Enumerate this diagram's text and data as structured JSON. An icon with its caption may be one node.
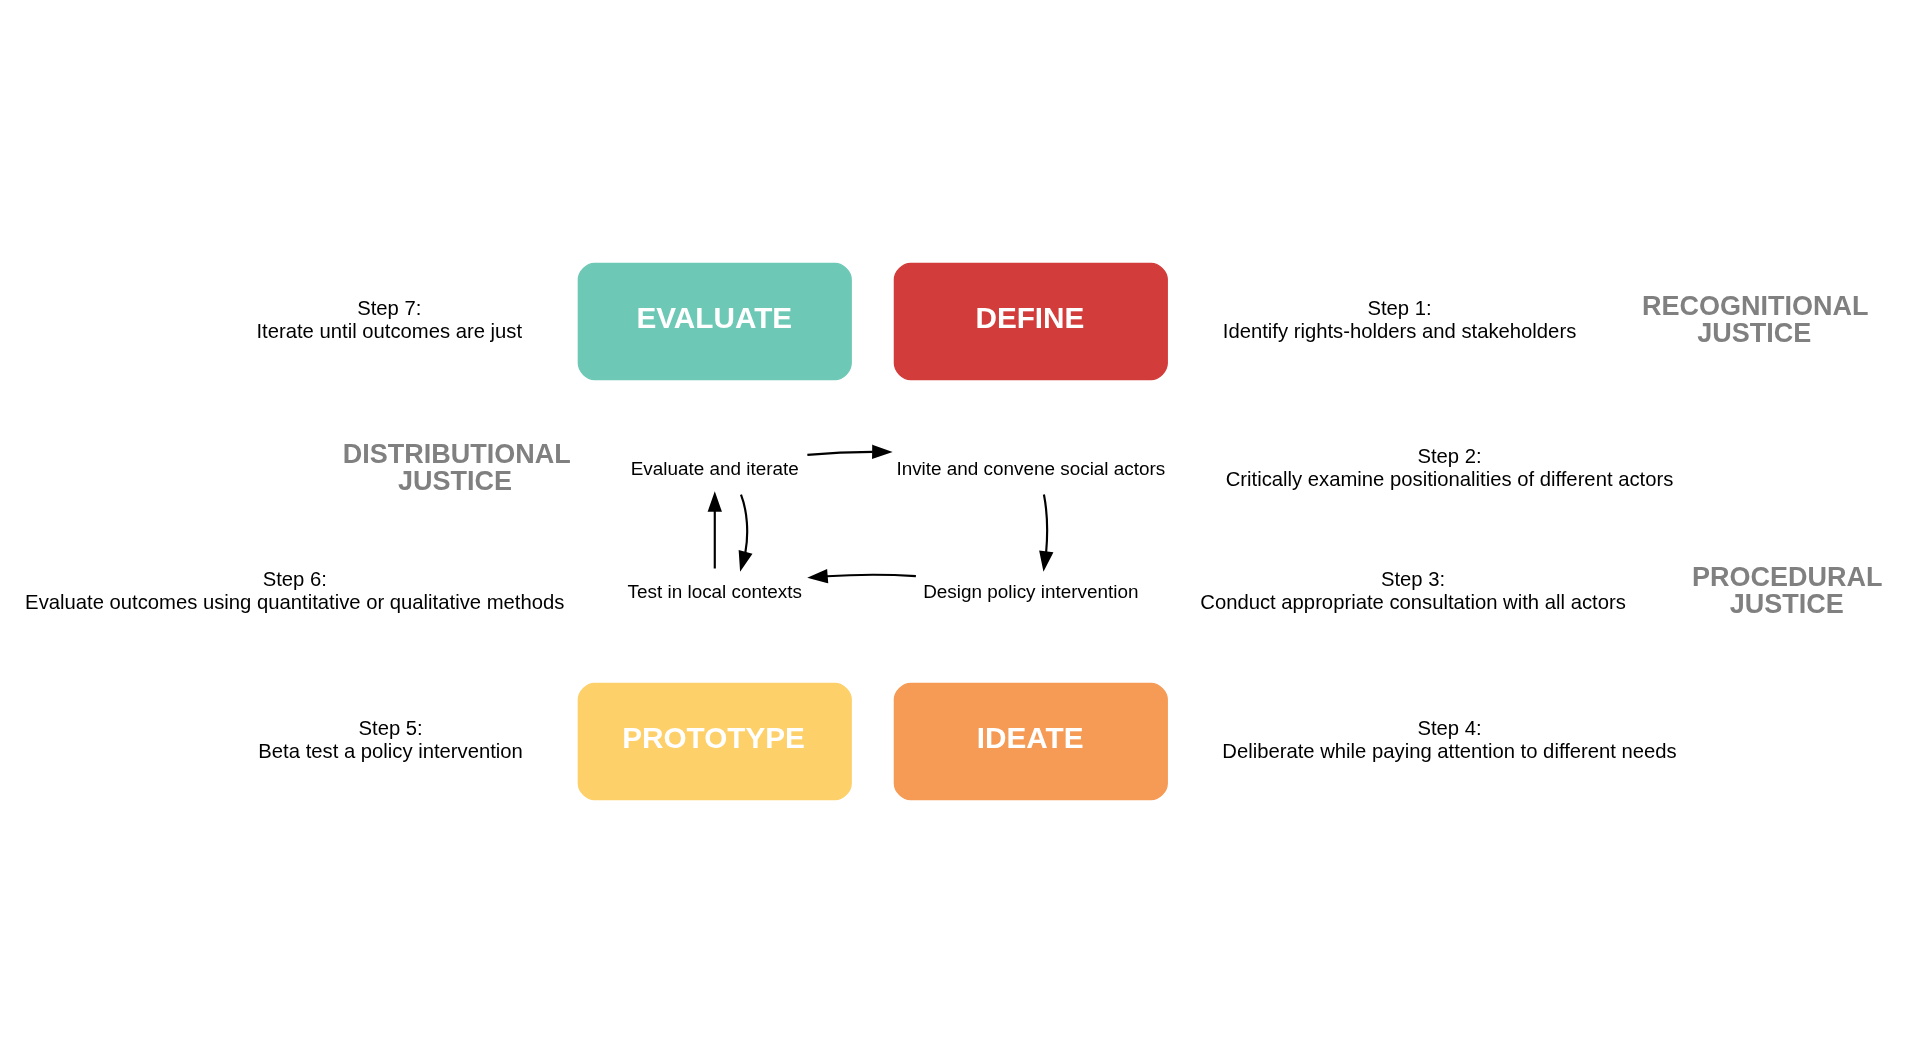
{
  "diagram": {
    "nodes": [
      {
        "text": [
          "EVALUATE"
        ]
      },
      {
        "text": [
          "DEFINE"
        ]
      },
      {
        "text": [
          "Evaluate and iterate"
        ]
      },
      {
        "text": [
          "Invite and convene social actors"
        ]
      },
      {
        "text": [
          "Test in local contexts"
        ]
      },
      {
        "text": [
          "Design policy intervention"
        ]
      },
      {
        "text": [
          "PROTOTYPE"
        ]
      },
      {
        "text": [
          "IDEATE"
        ]
      }
    ],
    "edges": [
      {
        "from": 2,
        "to": 3,
        "arrow": "to"
      },
      {
        "from": 3,
        "to": 5,
        "arrow": "to"
      },
      {
        "from": 5,
        "to": 4,
        "arrow": "to"
      },
      {
        "from": 4,
        "to": 2,
        "arrow": "to"
      },
      {
        "from": 2,
        "to": 4,
        "arrow": "to"
      }
    ],
    "labels": [
      "Step 7: Iterate until outcomes are just",
      "Step 1: Identify rights-holders and stakeholders",
      "RECOGNITIONAL JUSTICE",
      "DISTRIBUTIONAL JUSTICE",
      "Step 2: Critically examine positionalities of different actors",
      "Step 6: Evaluate outcomes using quantitative or qualitative methods",
      "Step 3: Conduct appropriate consultation with all actors",
      "PROCEDURAL JUSTICE",
      "Step 5: Beta test a policy intervention",
      "Step 4: Deliberate while paying attention to different needs"
    ]
  }
}
